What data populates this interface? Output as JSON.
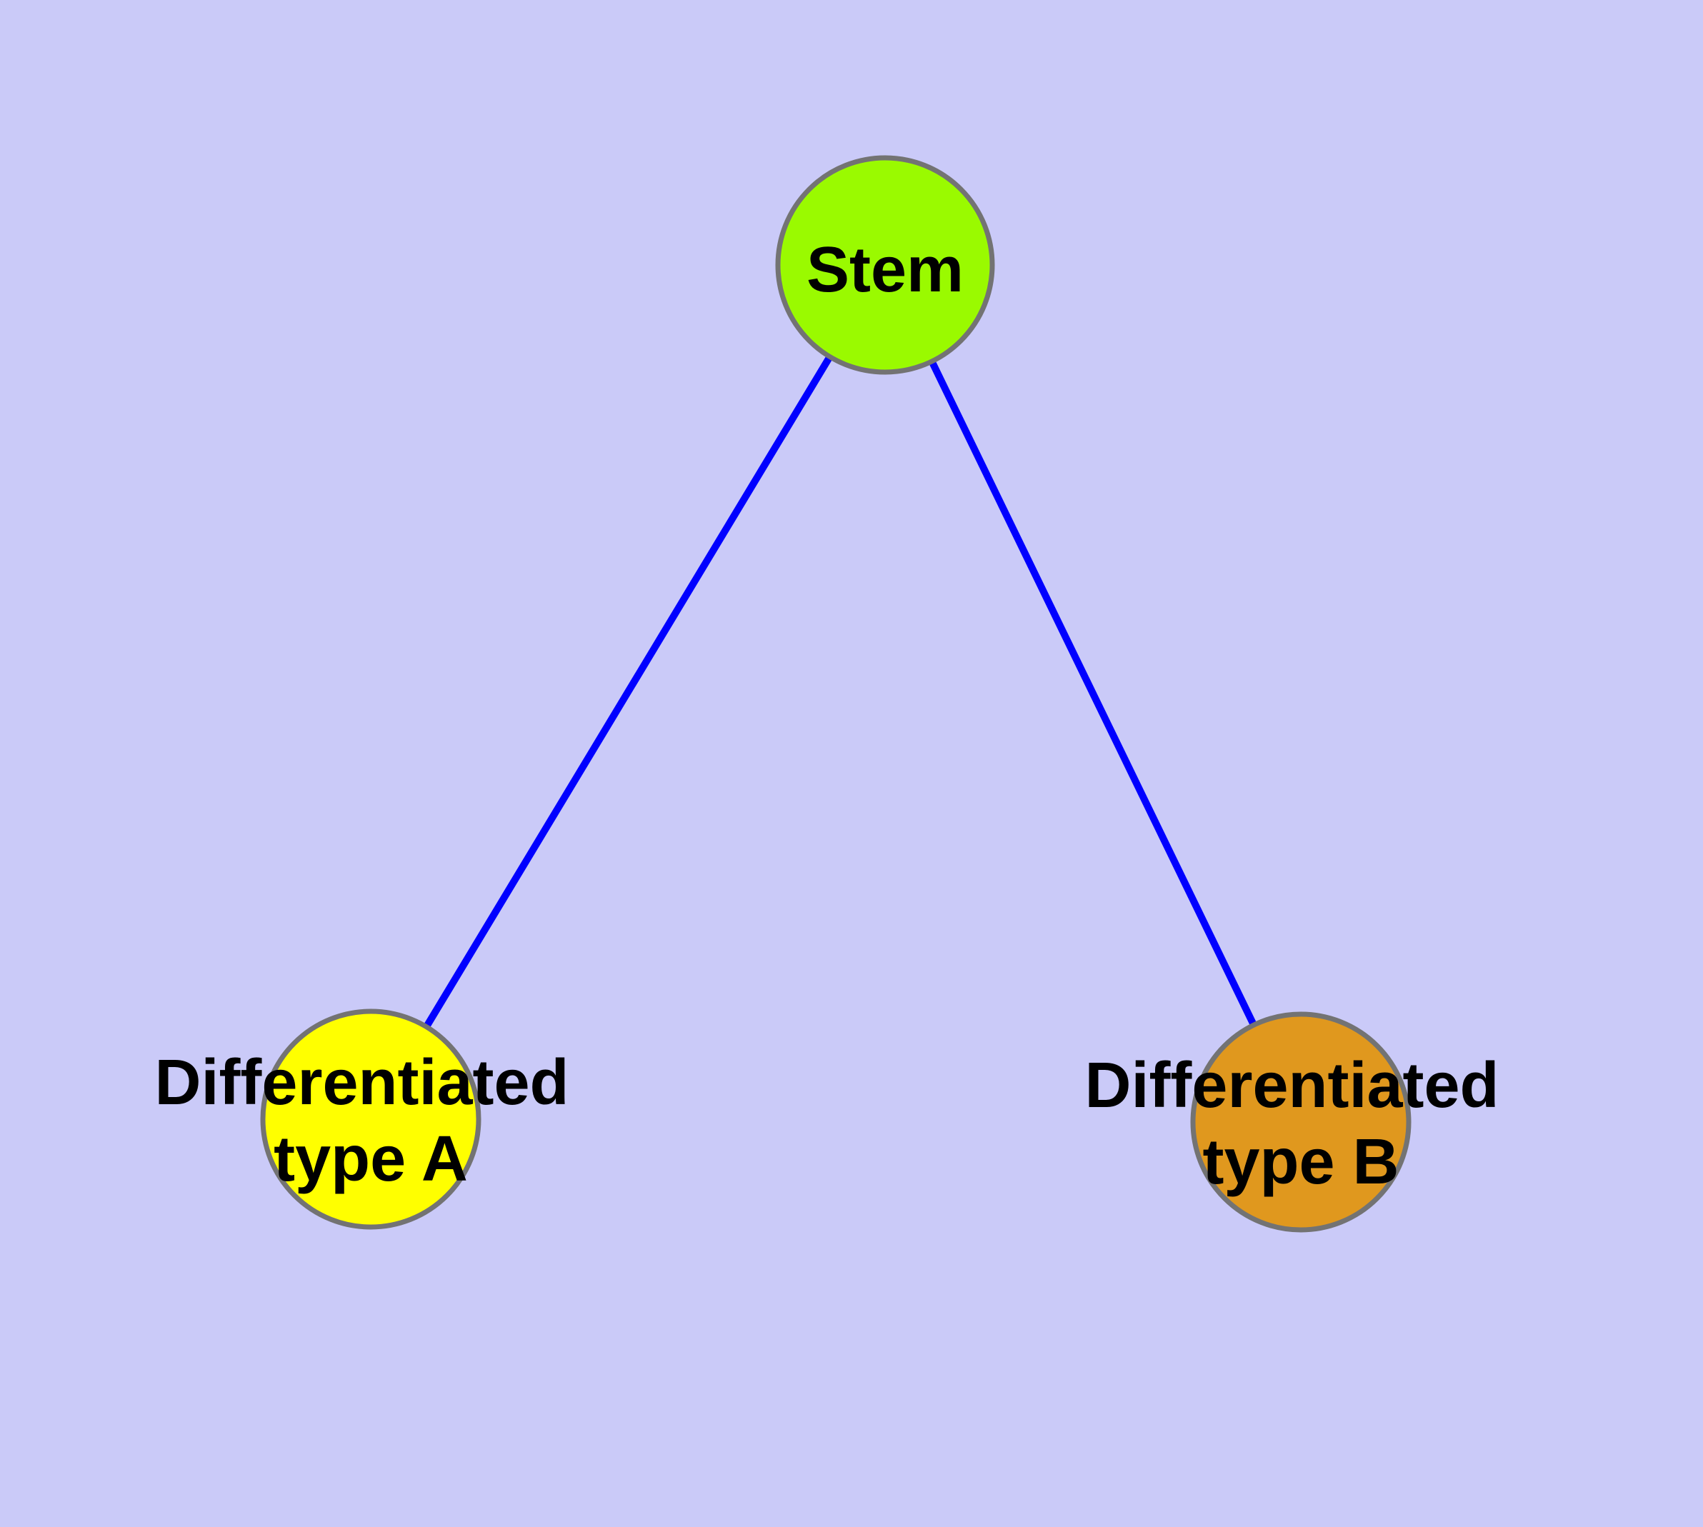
{
  "background_color": "#CACAF8",
  "diagram": {
    "type": "graph",
    "edge_color": "#0000FF",
    "node_border_color": "#737373",
    "label_color": "#000000",
    "nodes": [
      {
        "id": "stem",
        "label": "Stem",
        "lines": [
          "Stem"
        ],
        "color": "#9AFA00"
      },
      {
        "id": "differentiated-type-a",
        "label": "Differentiated type A",
        "lines": [
          "Differentiated",
          "type A"
        ],
        "color": "#FFFF00"
      },
      {
        "id": "differentiated-type-b",
        "label": "Differentiated type B",
        "lines": [
          "Differentiated",
          "type B"
        ],
        "color": "#E0981E"
      }
    ],
    "edges": [
      {
        "from": "stem",
        "to": "differentiated-type-a"
      },
      {
        "from": "stem",
        "to": "differentiated-type-b"
      }
    ]
  }
}
